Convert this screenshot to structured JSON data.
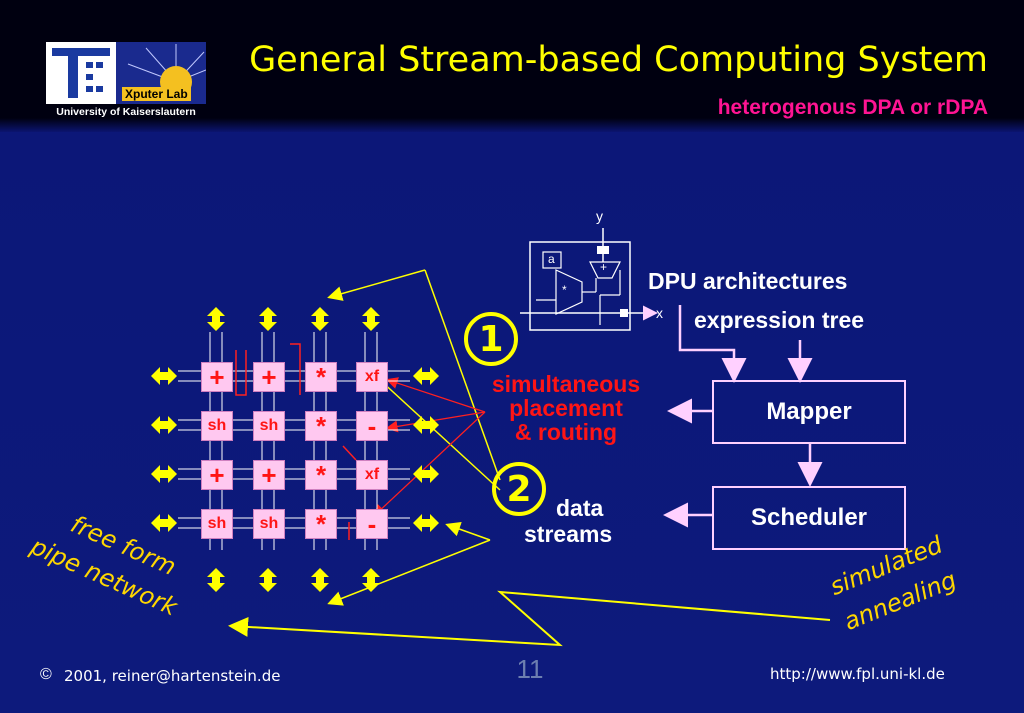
{
  "header": {
    "title": "General Stream-based Computing System",
    "subtitle": "heterogenous DPA or rDPA",
    "logo": {
      "lab": "Xputer Lab",
      "university": "University of Kaiserslautern"
    }
  },
  "dpu": {
    "y_label": "y",
    "x_label": "x",
    "a_label": "a",
    "plus_label": "+",
    "mul_label": "*"
  },
  "labels": {
    "dpu_architectures": "DPU architectures",
    "expression_tree": "expression tree",
    "simultaneous": "simultaneous",
    "placement": "placement",
    "routing": "& routing",
    "data": "data",
    "streams": "streams",
    "step1": "1",
    "step2": "2"
  },
  "boxes": {
    "mapper": "Mapper",
    "scheduler": "Scheduler"
  },
  "array": {
    "rows": [
      [
        "+",
        "+",
        "*",
        "xf"
      ],
      [
        "sh",
        "sh",
        "*",
        "-"
      ],
      [
        "+",
        "+",
        "*",
        "xf"
      ],
      [
        "sh",
        "sh",
        "*",
        "-"
      ]
    ]
  },
  "annotations": {
    "free_form_1": "free form",
    "free_form_2": "pipe network",
    "simulated_1": "simulated",
    "simulated_2": "annealing"
  },
  "footer": {
    "copyright": "©",
    "year_email": "2001, reiner@hartenstein.de",
    "page": "11",
    "url": "http://www.fpl.uni-kl.de"
  },
  "colors": {
    "title": "#ffff00",
    "subtitle": "#ff1493",
    "accent_red": "#ff1515",
    "arrow_yellow": "#ffff00",
    "cell_fill": "#ffc8f0",
    "box_border": "#ffd0ff"
  }
}
